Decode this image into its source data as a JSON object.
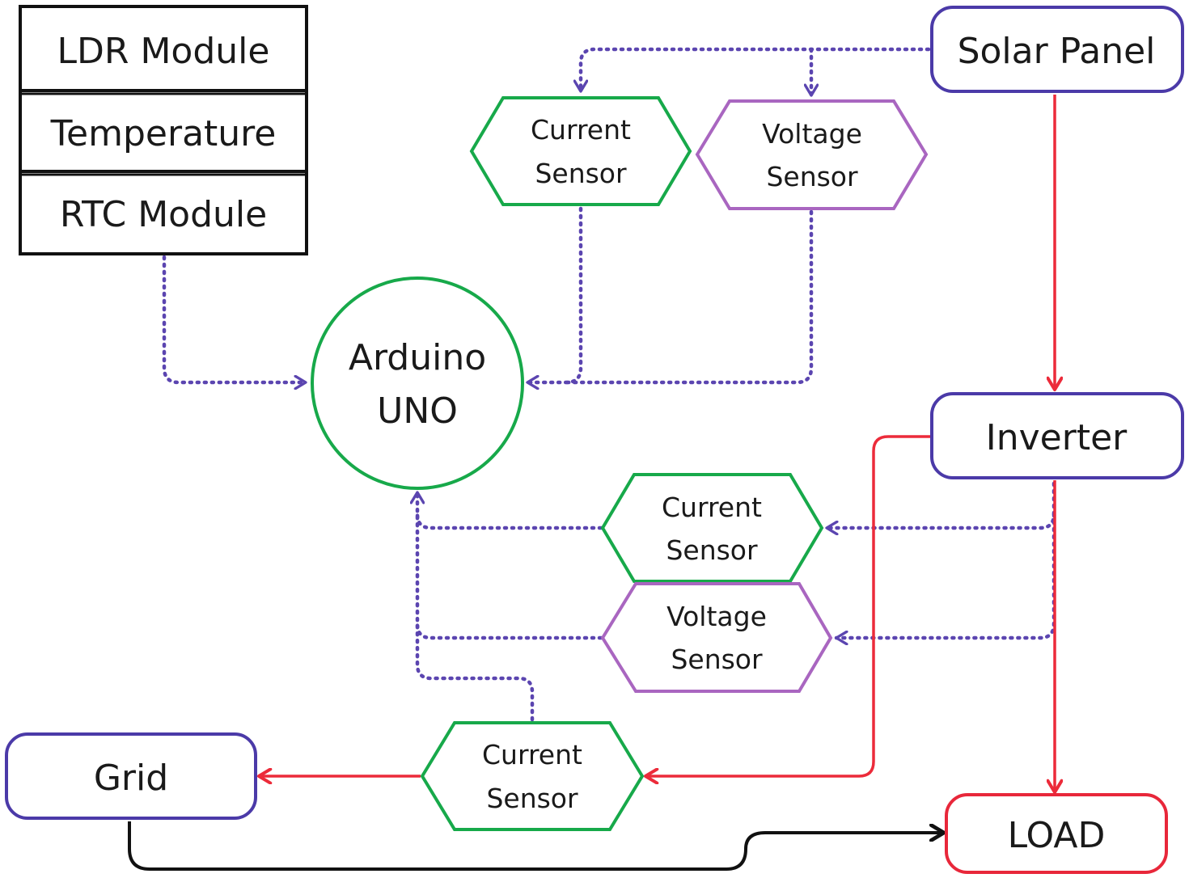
{
  "colors": {
    "purple_box": "#4b3aa8",
    "green_shape": "#17a94a",
    "violet_shape": "#a966c0",
    "red_box": "#e8273a",
    "signal_dotted": "#5b45b0",
    "power_red": "#ec2b3a",
    "grid_black": "#111111"
  },
  "module_stack": {
    "ldr": "LDR Module",
    "temperature": "Temperature",
    "rtc": "RTC Module"
  },
  "solar_panel": "Solar Panel",
  "arduino": {
    "line1": "Arduino",
    "line2": "UNO"
  },
  "inverter": "Inverter",
  "grid": "Grid",
  "load": "LOAD",
  "sensors": {
    "solar_current": {
      "line1": "Current",
      "line2": "Sensor"
    },
    "solar_voltage": {
      "line1": "Voltage",
      "line2": "Sensor"
    },
    "inverter_current": {
      "line1": "Current",
      "line2": "Sensor"
    },
    "inverter_voltage": {
      "line1": "Voltage",
      "line2": "Sensor"
    },
    "grid_current": {
      "line1": "Current",
      "line2": "Sensor"
    }
  }
}
